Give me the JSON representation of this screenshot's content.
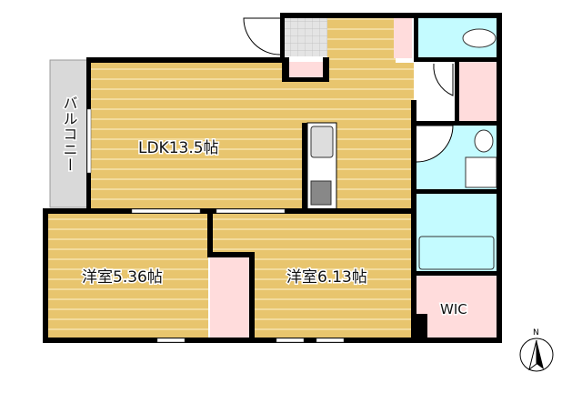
{
  "rooms": {
    "balcony": "バルコニー",
    "ldk": "LDK13.5帖",
    "bedroom1": "洋室5.36帖",
    "bedroom2": "洋室6.13帖",
    "wic": "WIC"
  },
  "compass": {
    "north_label": "N"
  },
  "colors": {
    "floor": "#E8C56E",
    "floor_line": "#F3DC9E",
    "storage": "#FFDCDC",
    "wet_area": "#C4FBFF",
    "balcony": "#D9D9D9",
    "wall": "#000000"
  }
}
